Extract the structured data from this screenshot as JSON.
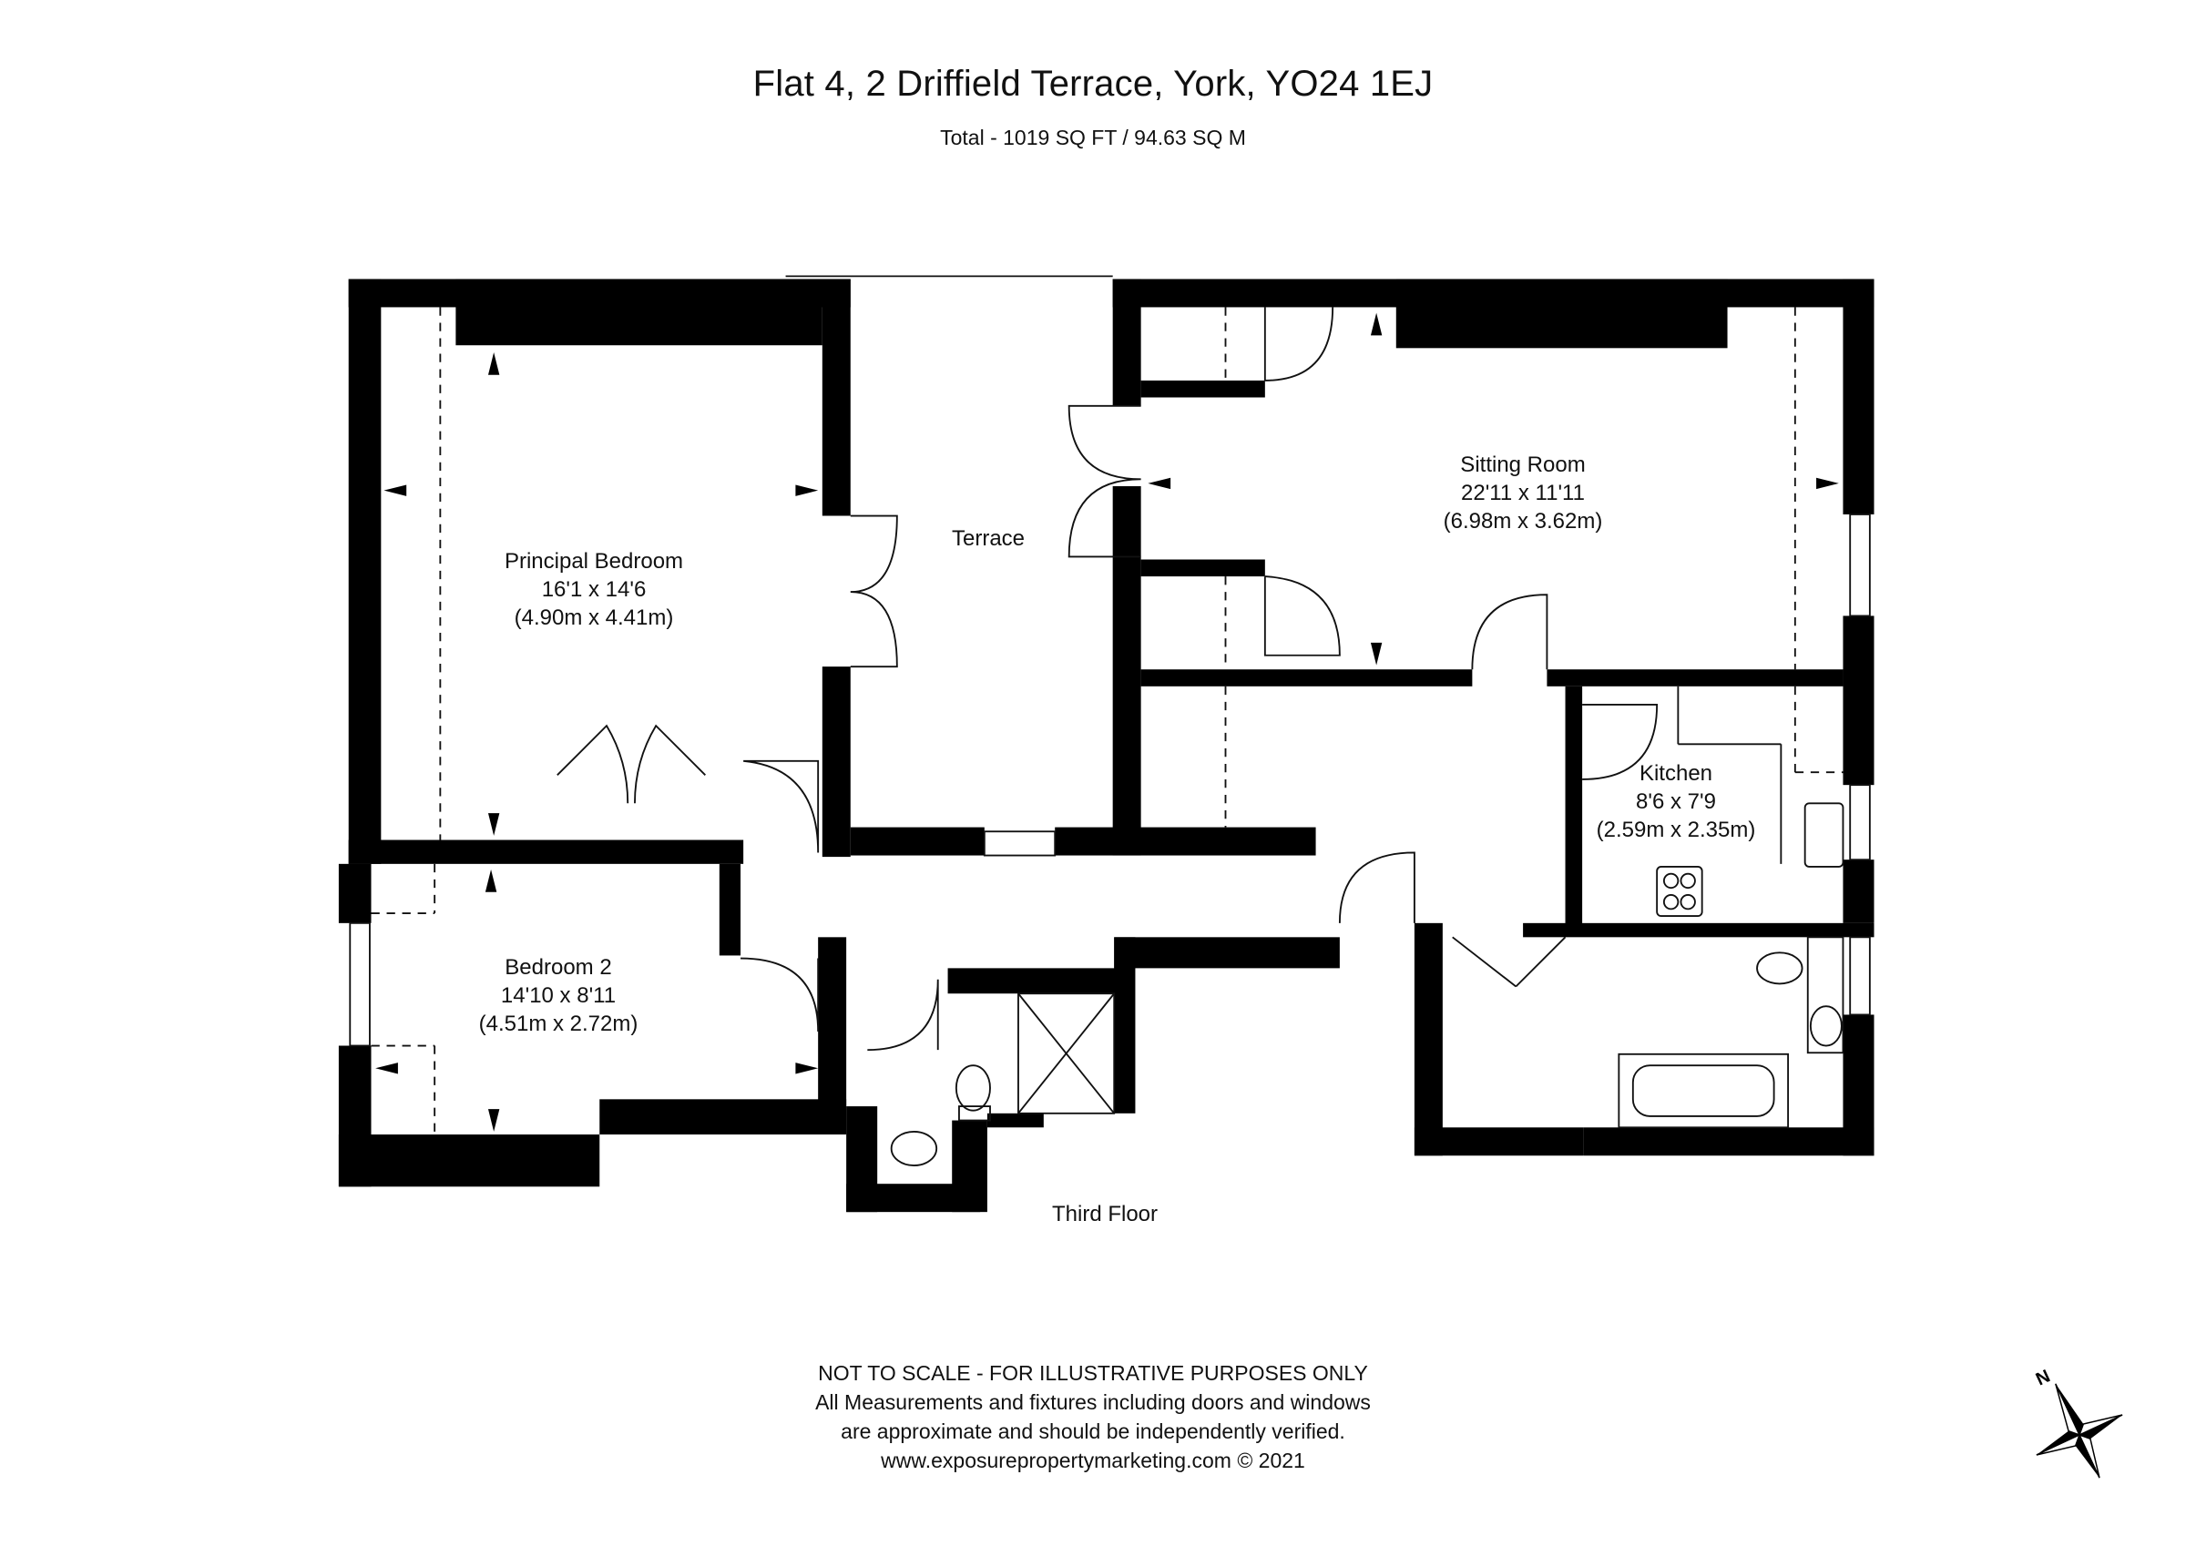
{
  "header": {
    "title": "Flat 4, 2 Driffield Terrace, York, YO24 1EJ",
    "total_area": "Total - 1019 SQ FT / 94.63 SQ M"
  },
  "rooms": [
    {
      "name": "Principal Bedroom",
      "imperial": "16'1 x 14'6",
      "metric": "(4.90m x 4.41m)"
    },
    {
      "name": "Terrace"
    },
    {
      "name": "Sitting Room",
      "imperial": "22'11 x 11'11",
      "metric": "(6.98m x 3.62m)"
    },
    {
      "name": "Kitchen",
      "imperial": "8'6 x 7'9",
      "metric": "(2.59m x 2.35m)"
    },
    {
      "name": "Bedroom 2",
      "imperial": "14'10 x 8'11",
      "metric": "(4.51m x 2.72m)"
    }
  ],
  "floor_label": "Third Floor",
  "disclaimer": {
    "line1": "NOT TO SCALE - FOR ILLUSTRATIVE PURPOSES ONLY",
    "line2": "All Measurements and fixtures including doors and windows",
    "line3": "are approximate and should be independently verified.",
    "line4": "www.exposurepropertymarketing.com © 2021"
  },
  "compass": {
    "icon": "north-compass-icon",
    "label": "N"
  },
  "colors": {
    "wall": "#000000",
    "background": "#ffffff",
    "line": "#111111"
  }
}
